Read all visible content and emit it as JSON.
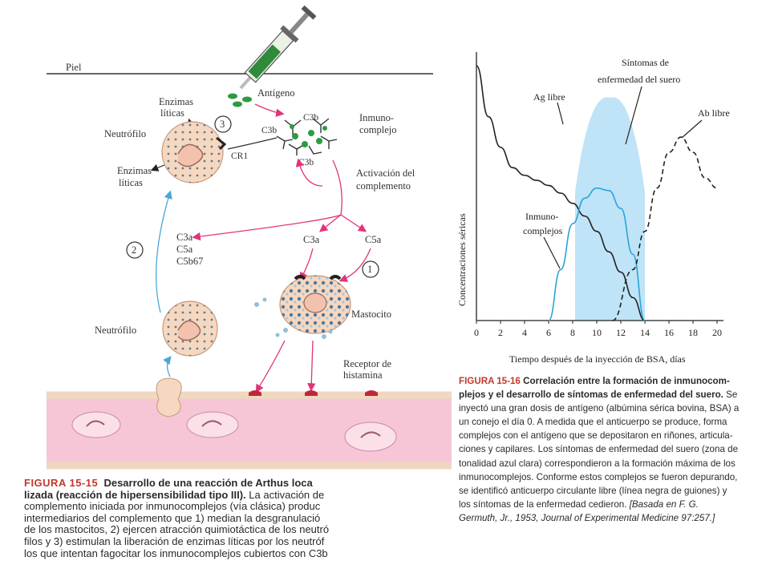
{
  "figure_15_15": {
    "labels": {
      "skin": "Piel",
      "antigen": "Antígeno",
      "lytic_enzymes_top": [
        "Enzimas",
        "líticas"
      ],
      "lytic_enzymes_left": [
        "Enzimas",
        "líticas"
      ],
      "neutrophil_top": "Neutrófilo",
      "neutrophil_bottom": "Neutrófilo",
      "cr1": "CR1",
      "c3b_1": "C3b",
      "c3b_2": "C3b",
      "c3b_3": "C3b",
      "immunocomplex": [
        "Inmuno-",
        "complejo"
      ],
      "complement_activation": [
        "Activación del",
        "complemento"
      ],
      "mediators": [
        "C3a",
        "C5a",
        "C5b67"
      ],
      "c3a": "C3a",
      "c5a": "C5a",
      "mast_cell": "Mastocito",
      "histamine_receptor": [
        "Receptor de",
        "histamina"
      ],
      "step1": "1",
      "step2": "2",
      "step3": "3"
    },
    "caption": {
      "fig": "FIGURA 15-15",
      "title_l1": "Desarrollo de una reacción de Arthus loca",
      "title_l2": "lizada (reacción de hipersensibilidad tipo III).",
      "line2_rest": " La activación de",
      "line3": "complemento iniciada por inmunocomplejos (vía clásica) produc",
      "line4": "intermediarios del complemento que 1) median la desgranulació",
      "line5": "de los mastocitos, 2) ejercen atracción quimiotáctica de los neutró",
      "line6": "filos y 3) estimulan la liberación de enzimas líticas por los neutróf",
      "line7": "los que intentan fagocitar los inmunocomplejos cubiertos con C3b"
    }
  },
  "figure_15_16": {
    "labels": {
      "ylabel": "Concentraciones séricas",
      "xlabel": "Tiempo después de la inyección de BSA, días",
      "ag": "Ag libre",
      "symptoms": [
        "Síntomas de",
        "enfermedad del suero"
      ],
      "ab": "Ab libre",
      "ic": [
        "Inmuno-",
        "complejos"
      ]
    },
    "caption": {
      "fig": "FIGURA 15-16",
      "title": "Correlación entre la formación de inmunocom-plejos y el desarrollo de síntomas de enfermedad del suero.",
      "body": " Se inyectó una gran dosis de antígeno (albúmina sérica bovina, BSA) a un conejo el día 0. A medida que el anticuerpo se produce, forma complejos con el antígeno que se depositaron en riñones, articula-ciones y capilares. Los síntomas de enfermedad del suero (zona de tonalidad azul clara) correspondieron a la formación máxima de los inmunocomplejos. Conforme estos complejos se fueron depurando, se identificó anticuerpo circulante libre (línea negra de guiones) y los síntomas de la enfermedad cedieron. ",
      "source": "[Basada en F. G. Germuth, Jr., 1953, Journal of Experimental Medicine 97:257.]"
    },
    "colors": {
      "symptom_zone": "#bfe3f7",
      "ic_line": "#2aa3d9",
      "ag_line": "#222222"
    }
  },
  "chart_data": {
    "type": "line",
    "xlabel": "Tiempo después de la inyección de BSA, días",
    "ylabel": "Concentraciones séricas",
    "xlim": [
      0,
      20
    ],
    "xticks": [
      "0",
      "2",
      "4",
      "6",
      "8",
      "10",
      "12",
      "14",
      "16",
      "18",
      "20"
    ],
    "shaded_region": {
      "x": [
        8.2,
        14
      ],
      "label": "Síntomas de enfermedad del suero"
    },
    "series": [
      {
        "name": "Ag libre",
        "style": "solid-black",
        "x": [
          0,
          1,
          2,
          3,
          4,
          5,
          6,
          7,
          8,
          9,
          10,
          11,
          12,
          13,
          14
        ],
        "y": [
          1.0,
          0.8,
          0.68,
          0.6,
          0.57,
          0.55,
          0.53,
          0.5,
          0.46,
          0.41,
          0.35,
          0.27,
          0.19,
          0.09,
          0.0
        ]
      },
      {
        "name": "Inmuno-complejos",
        "style": "solid-blue",
        "x": [
          6,
          7,
          8,
          9,
          10,
          11,
          12,
          13,
          14
        ],
        "y": [
          0.0,
          0.2,
          0.38,
          0.48,
          0.52,
          0.51,
          0.44,
          0.26,
          0.0
        ]
      },
      {
        "name": "Ab libre",
        "style": "dashed-black",
        "x": [
          11.3,
          13,
          14,
          15,
          16,
          17,
          18,
          19,
          20
        ],
        "y": [
          0.0,
          0.2,
          0.35,
          0.52,
          0.66,
          0.72,
          0.66,
          0.56,
          0.52
        ]
      }
    ]
  }
}
